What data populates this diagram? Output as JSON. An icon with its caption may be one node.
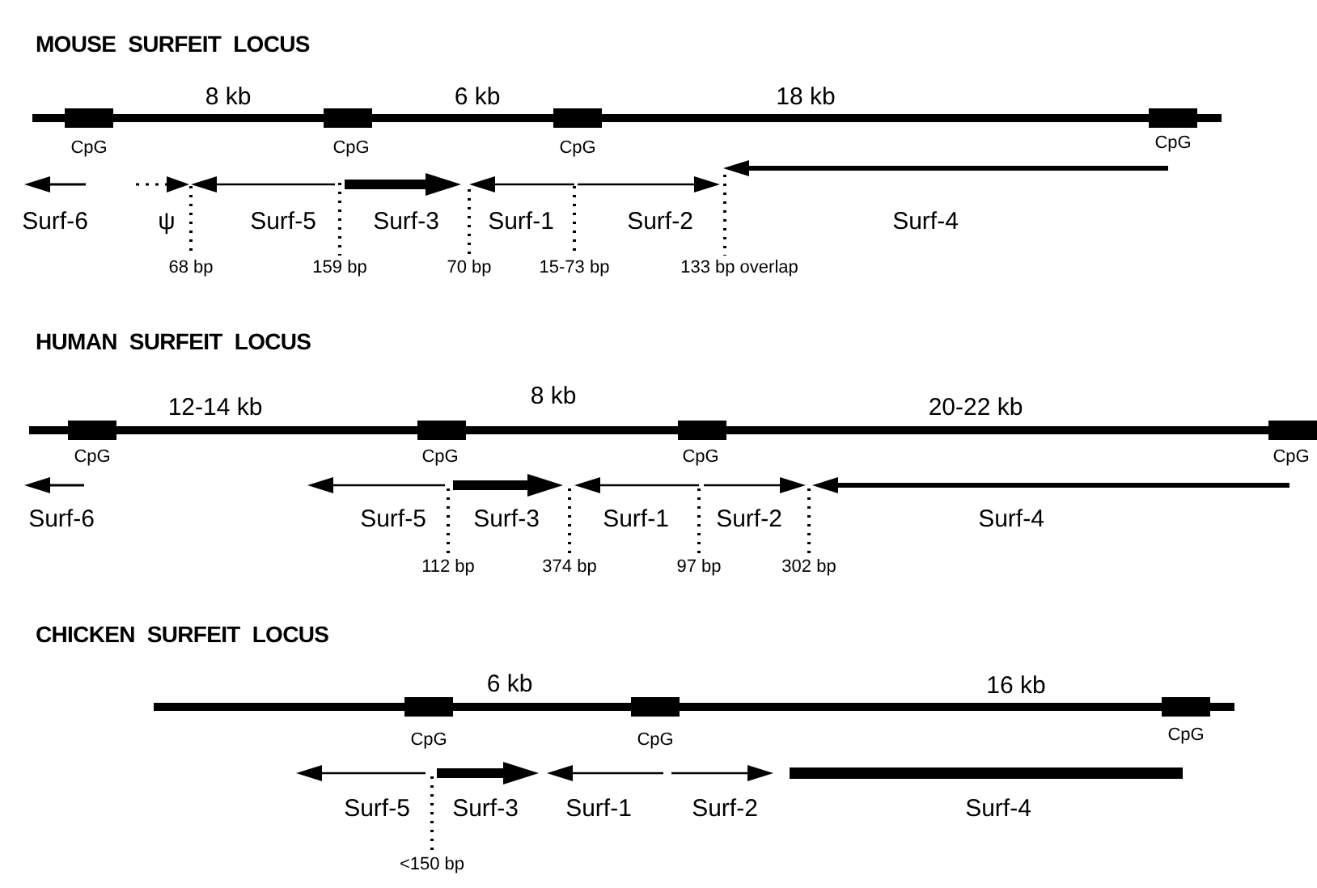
{
  "diagram": {
    "labels": [
      "MOUSE SURFEIT LOCUS",
      "8 kb",
      "6 kb",
      "18 kb",
      "CpG",
      "CpG",
      "CpG",
      "CpG",
      "Surf-6",
      "ψ",
      "Surf-5",
      "Surf-3",
      "Surf-1",
      "Surf-2",
      "Surf-4",
      "68 bp",
      "159 bp",
      "70 bp",
      "15-73 bp",
      "133 bp overlap",
      "HUMAN SURFEIT LOCUS",
      "12-14 kb",
      "8 kb",
      "20-22 kb",
      "CpG",
      "CpG",
      "CpG",
      "CpG",
      "Surf-6",
      "Surf-5",
      "Surf-3",
      "Surf-1",
      "Surf-2",
      "Surf-4",
      "112 bp",
      "374 bp",
      "97 bp",
      "302 bp",
      "CHICKEN SURFEIT LOCUS",
      "6 kb",
      "16 kb",
      "CpG",
      "CpG",
      "CpG",
      "Surf-5",
      "Surf-3",
      "Surf-1",
      "Surf-2",
      "Surf-4",
      "<150 bp"
    ]
  }
}
